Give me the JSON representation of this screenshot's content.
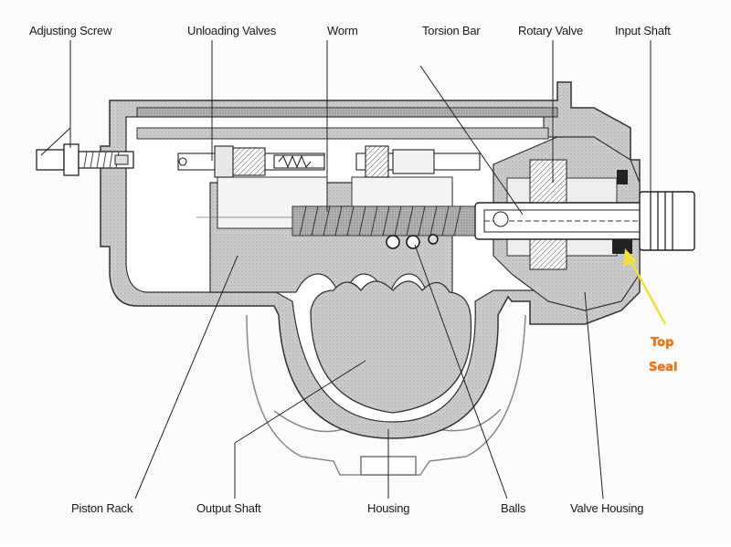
{
  "labels": {
    "adjusting_screw": "Adjusting Screw",
    "unloading_valves": "Unloading Valves",
    "worm": "Worm",
    "torsion_bar": "Torsion Bar",
    "rotary_valve": "Rotary Valve",
    "input_shaft": "Input Shaft",
    "piston_rack": "Piston Rack",
    "output_shaft": "Output Shaft",
    "housing": "Housing",
    "balls": "Balls",
    "valve_housing": "Valve Housing"
  },
  "callout": {
    "line1": "Top",
    "line2": "Seal",
    "color": "#e8761c",
    "arrow_color": "#f0e040"
  }
}
